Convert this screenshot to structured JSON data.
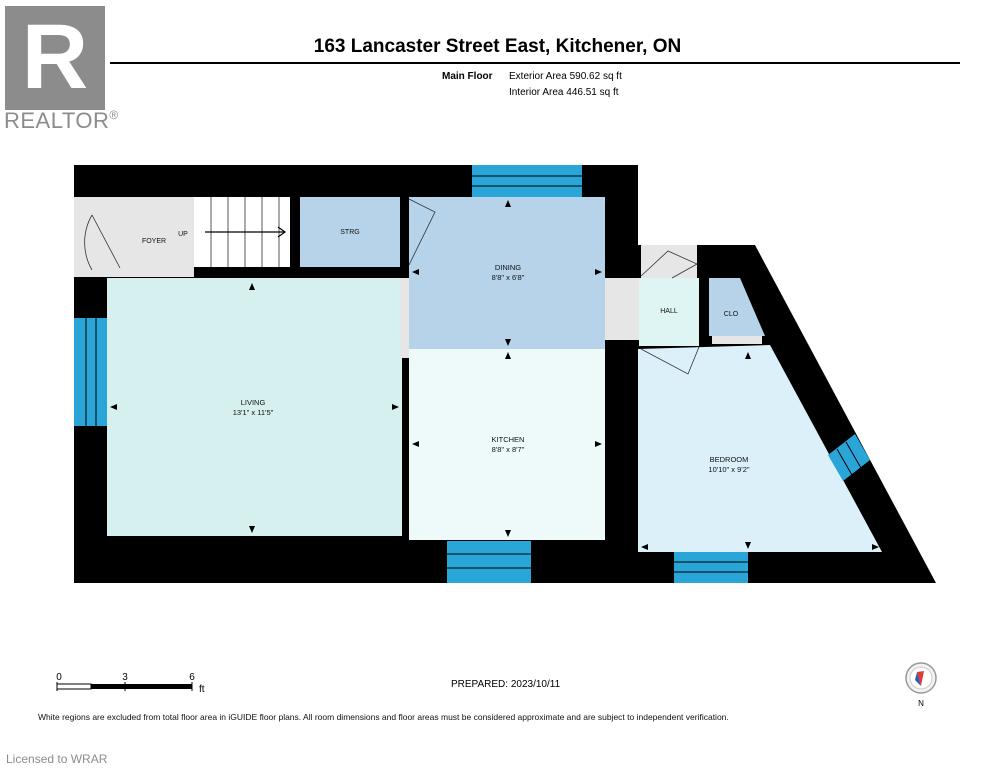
{
  "logo": {
    "wordmark": "REALTOR",
    "letter": "R",
    "mark": "®"
  },
  "header": {
    "title": "163 Lancaster Street East, Kitchener, ON",
    "floor": "Main Floor",
    "exterior_area": "Exterior Area 590.62 sq ft",
    "interior_area": "Interior Area 446.51 sq ft"
  },
  "rooms": [
    {
      "name": "FOYER"
    },
    {
      "name": "UP"
    },
    {
      "name": "STRG"
    },
    {
      "name": "DINING",
      "dims": "8'8\" x 6'8\""
    },
    {
      "name": "LIVING",
      "dims": "13'1\" x 11'5\""
    },
    {
      "name": "KITCHEN",
      "dims": "8'8\" x 8'7\""
    },
    {
      "name": "HALL"
    },
    {
      "name": "CLO"
    },
    {
      "name": "BEDROOM",
      "dims": "10'10\" x 9'2\""
    }
  ],
  "scale": {
    "ticks": [
      "0",
      "3",
      "6"
    ],
    "unit": "ft"
  },
  "prepared": "PREPARED: 2023/10/11",
  "compass": {
    "label": "N"
  },
  "disclaimer": "White regions are excluded from total floor area in iGUIDE floor plans. All room dimensions and floor areas must be considered approximate and are subject to independent verification.",
  "license": "Licensed to WRAR",
  "colors": {
    "wall": "#000000",
    "living": "#d6efef",
    "dining": "#b6d3e9",
    "kitchen": "#eefafa",
    "bedroom": "#dcf0fa",
    "hall": "#dff5f3",
    "closet": "#b6d3e9",
    "foyer": "#e6e6e6",
    "window": "#2aa5d8",
    "logo": "#8c8c8c"
  }
}
